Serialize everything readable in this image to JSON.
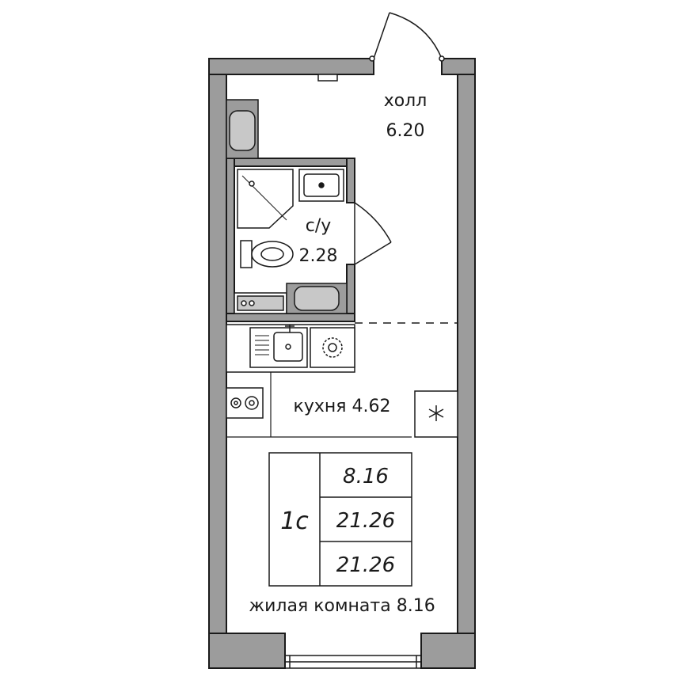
{
  "colors": {
    "wall_fill": "#9c9c9c",
    "wall_stroke": "#1a1a1a",
    "fixture_fill": "#c8c8c8",
    "background": "#ffffff"
  },
  "rooms": {
    "hall": {
      "name": "холл",
      "area": "6.20"
    },
    "bathroom": {
      "name": "с/у",
      "area": "2.28"
    },
    "kitchen": {
      "label": "кухня 4.62"
    },
    "living": {
      "label": "жилая комната 8.16"
    }
  },
  "summary_table": {
    "type": "1с",
    "living_area": "8.16",
    "total_area": "21.26",
    "total_area_with_balcony": "21.26"
  },
  "fixtures": {
    "fridge_icon": "snowflake-icon",
    "stove_icon": "burner-icon",
    "sink_icon": "sink-icon"
  }
}
